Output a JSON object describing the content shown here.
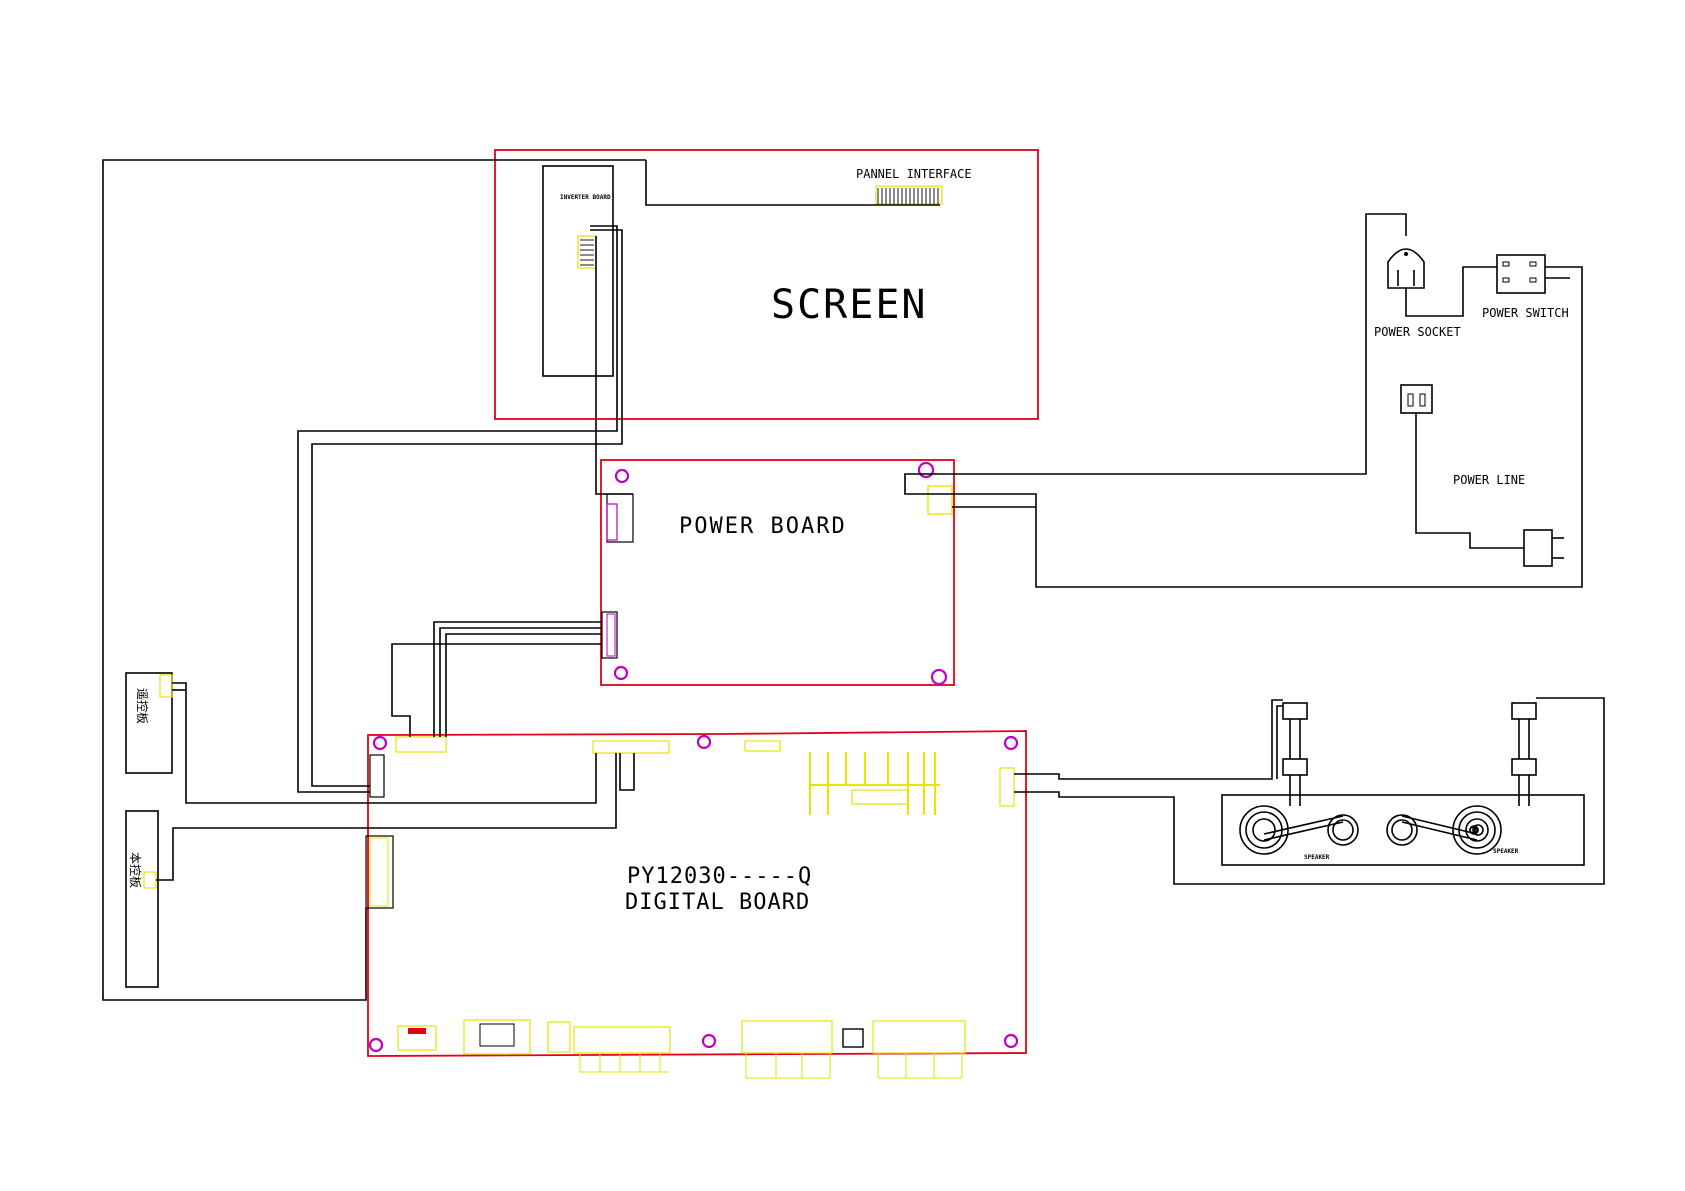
{
  "labels": {
    "screen": "SCREEN",
    "pannel_interface": "PANNEL INTERFACE",
    "inverter_board": "INVERTER BOARD",
    "power_board": "POWER BOARD",
    "power_socket": "POWER SOCKET",
    "power_switch": "POWER SWITCH",
    "power_line": "POWER LINE",
    "digital_board_model": "PY12030-----Q",
    "digital_board": "DIGITAL BOARD",
    "remote_board": "遥控板",
    "key_board": "本控板",
    "speaker_left": "SPEAKER",
    "speaker_right": "SPEAKER"
  },
  "colors": {
    "board_outline": "#e2001a",
    "wire": "#000000",
    "connector": "#e6e600",
    "mount_hole": "#c000c0"
  }
}
